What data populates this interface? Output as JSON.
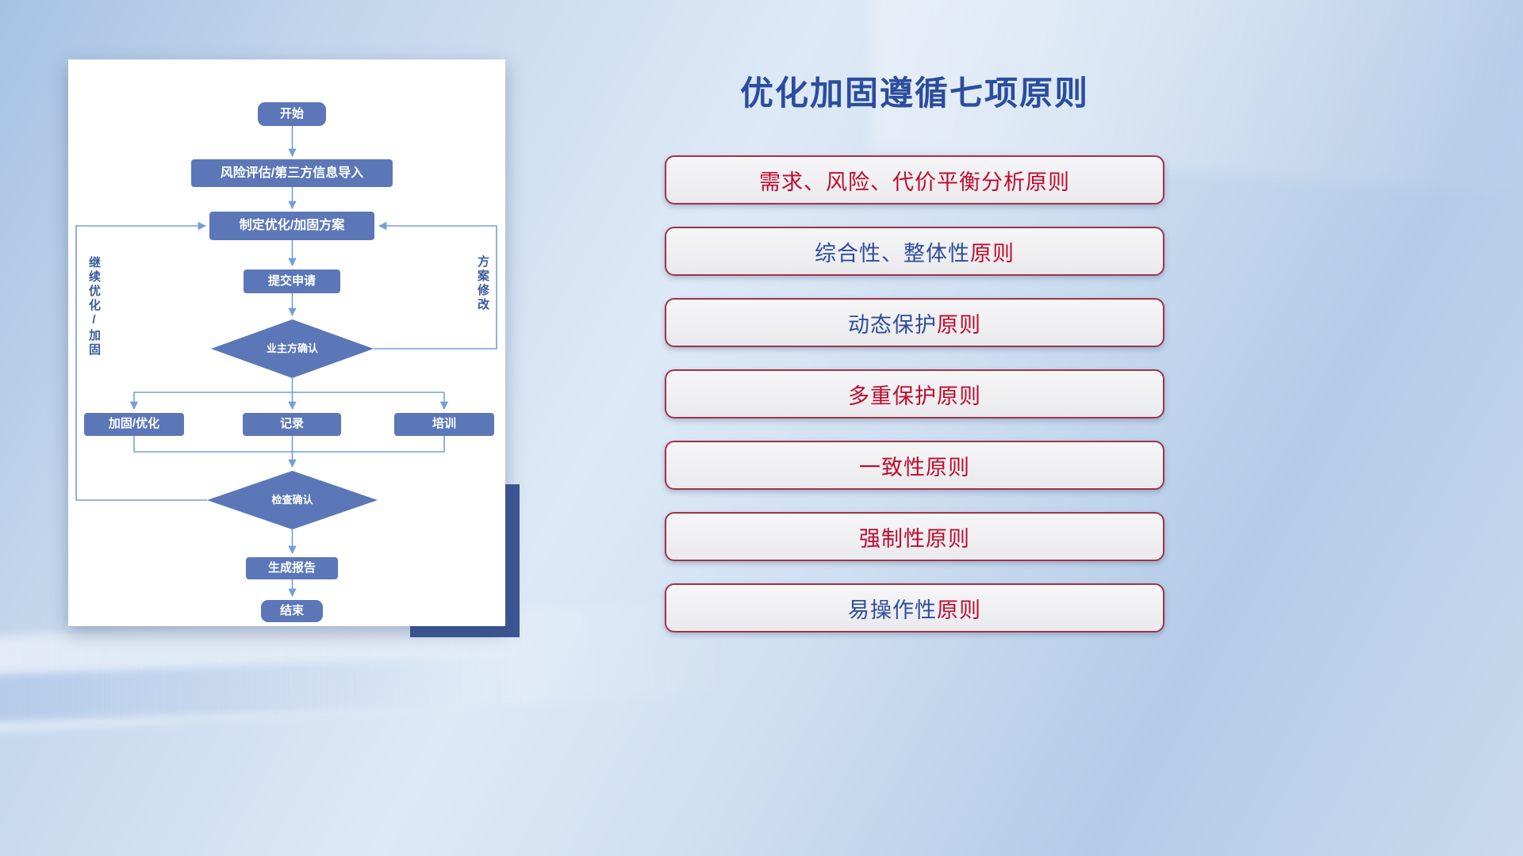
{
  "title": "优化加固遵循七项原则",
  "flowchart": {
    "nodes": {
      "start": "开始",
      "risk_import": "风险评估/第三方信息导入",
      "make_plan": "制定优化/加固方案",
      "submit": "提交申请",
      "owner_confirm": "业主方确认",
      "reinforce": "加固/优化",
      "record": "记录",
      "training": "培训",
      "check_confirm": "检查确认",
      "report": "生成报告",
      "end": "结束"
    },
    "labels": {
      "left_loop": "继续优化/加固",
      "right_loop": "方案修改"
    }
  },
  "principles": [
    {
      "segments": [
        {
          "text": "需求、风险、代价平衡分析原则",
          "color": "red"
        }
      ]
    },
    {
      "segments": [
        {
          "text": "综合性、整体性",
          "color": "blue"
        },
        {
          "text": "原则",
          "color": "red"
        }
      ]
    },
    {
      "segments": [
        {
          "text": "动态保护",
          "color": "blue"
        },
        {
          "text": "原则",
          "color": "red"
        }
      ]
    },
    {
      "segments": [
        {
          "text": "多重保护原则",
          "color": "red"
        }
      ]
    },
    {
      "segments": [
        {
          "text": "一致性原则",
          "color": "red"
        }
      ]
    },
    {
      "segments": [
        {
          "text": "强制性原则",
          "color": "red"
        }
      ]
    },
    {
      "segments": [
        {
          "text": "易操作性",
          "color": "blue"
        },
        {
          "text": "原则",
          "color": "red"
        }
      ]
    }
  ],
  "colors": {
    "red": "#c00c2d",
    "blue": "#2e4d9e",
    "title_blue": "#2b4d9d",
    "node_fill": "#5b77b8",
    "connector": "#74a0d6",
    "box_border": "#a03347",
    "accent_block": "#3d5795",
    "label_blue": "#3a5a9e"
  }
}
